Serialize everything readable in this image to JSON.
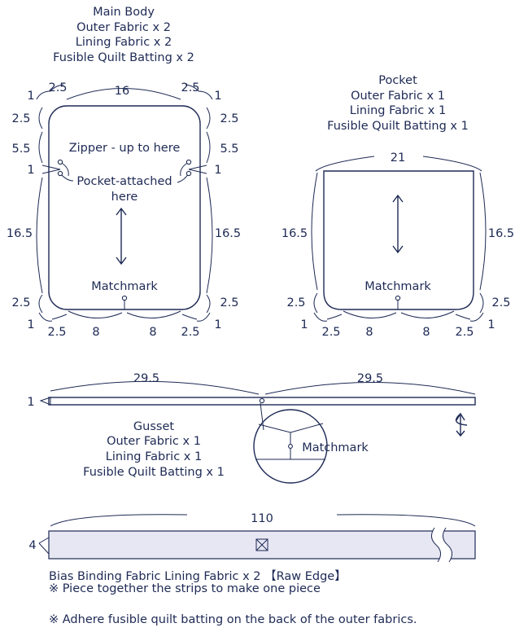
{
  "main_body": {
    "title": "Main Body",
    "lines": [
      "Outer Fabric x 2",
      "Lining Fabric x 2",
      "Fusible Quilt Batting x 2"
    ],
    "dims": {
      "top_left_corner": "2.5",
      "top": "16",
      "top_right_corner": "2.5",
      "one_left_top": "1",
      "one_right_top": "1",
      "left_upper": "2.5",
      "right_upper": "2.5",
      "left_zip": "5.5",
      "right_zip": "5.5",
      "left_pocket": "1",
      "right_pocket": "1",
      "left_side": "16.5",
      "right_side": "16.5",
      "left_lower": "2.5",
      "right_lower": "2.5",
      "one_left_bottom": "1",
      "one_right_bottom": "1",
      "bottom_left_corner": "2.5",
      "bottom_left": "8",
      "bottom_right": "8",
      "bottom_right_corner": "2.5"
    },
    "zipper_label": "Zipper - up to here",
    "pocket_label_1": "Pocket-attached",
    "pocket_label_2": "here",
    "matchmark": "Matchmark"
  },
  "pocket": {
    "title": "Pocket",
    "lines": [
      "Outer Fabric x 1",
      "Lining Fabric x 1",
      "Fusible Quilt Batting x 1"
    ],
    "dims": {
      "top": "21",
      "left_side": "16.5",
      "right_side": "16.5",
      "left_lower": "2.5",
      "right_lower": "2.5",
      "one_left": "1",
      "one_right": "1",
      "bottom_left_corner": "2.5",
      "bottom_left": "8",
      "bottom_right": "8",
      "bottom_right_corner": "2.5"
    },
    "matchmark": "Matchmark"
  },
  "gusset": {
    "title": "Gusset",
    "lines": [
      "Outer Fabric x 1",
      "Lining Fabric x 1",
      "Fusible Quilt Batting x 1"
    ],
    "dims": {
      "left": "29.5",
      "right": "29.5",
      "height": "1"
    },
    "matchmark": "Matchmark"
  },
  "bias": {
    "length": "110",
    "width": "4",
    "label": "Bias Binding Fabric   Lining Fabric x 2 【Raw Edge】",
    "note": "※ Piece together the strips to make one piece"
  },
  "footer_note": "※ Adhere fusible quilt batting on the back of the outer fabrics.",
  "colors": {
    "line": "#1e2a55",
    "bias_fill": "#e7e7f3"
  }
}
